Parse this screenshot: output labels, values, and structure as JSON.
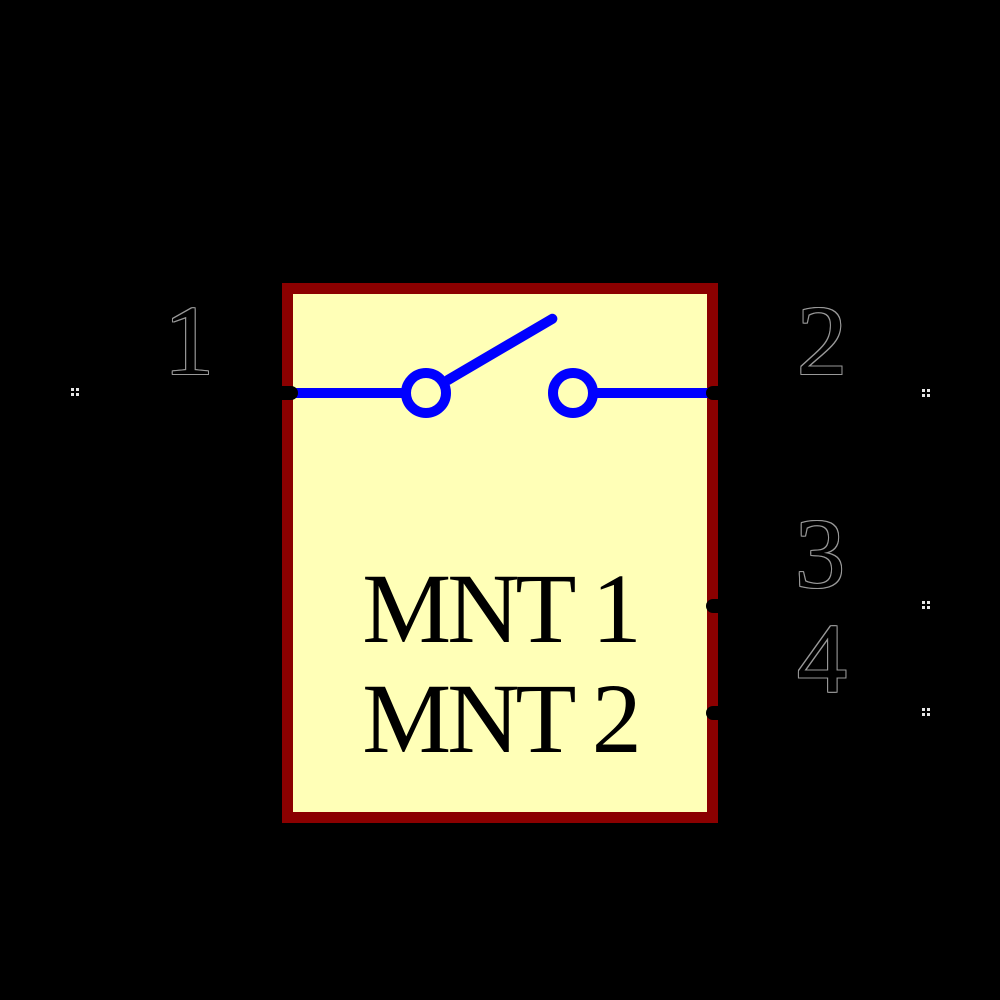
{
  "diagram": {
    "kind": "schematic-symbol",
    "symbol": "normally-open switch",
    "body_labels": {
      "line1": "MNT 1",
      "line2": "MNT 2"
    }
  },
  "pins": [
    {
      "number": "1",
      "side": "left"
    },
    {
      "number": "2",
      "side": "right"
    },
    {
      "number": "3",
      "side": "right"
    },
    {
      "number": "4",
      "side": "right"
    }
  ],
  "colors": {
    "background": "#000000",
    "body_fill": "#FFFFB7",
    "body_border": "#8B0000",
    "wire": "#0000FF",
    "pin_line": "#000000",
    "pin_marker": "#E6E6E6",
    "label_text": "#000000"
  }
}
